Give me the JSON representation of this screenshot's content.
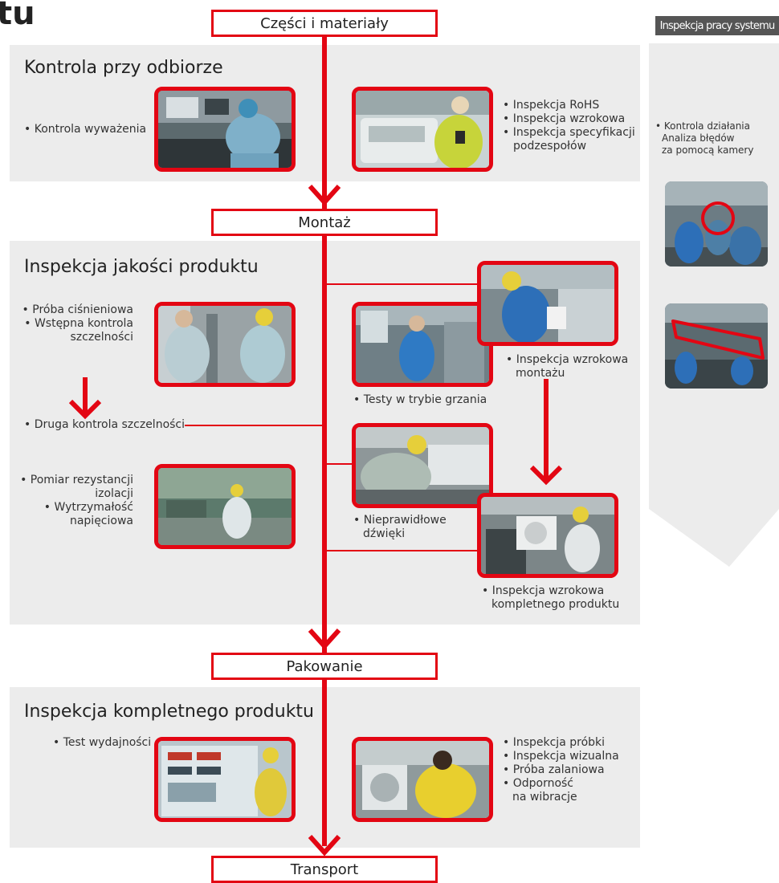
{
  "title_fragment": "tu",
  "stages": {
    "parts": "Części i materiały",
    "assembly": "Montaż",
    "packaging": "Pakowanie",
    "transport": "Transport"
  },
  "sections": {
    "receiving": {
      "title": "Kontrola przy odbiorze",
      "left_item": "• Kontrola wyważenia",
      "right_items": [
        "• Inspekcja RoHS",
        "• Inspekcja wzrokowa",
        "• Inspekcja specyfikacji",
        "podzespołów"
      ]
    },
    "quality": {
      "title": "Inspekcja jakości produktu",
      "pressure_items": [
        "• Próba ciśnieniowa",
        "• Wstępna kontrola",
        "szczelności"
      ],
      "second_leak": "• Druga kontrola szczelności",
      "insulation_items": [
        "• Pomiar rezystancji",
        "izolacji",
        "• Wytrzymałość",
        "napięciowa"
      ],
      "heating_test": "• Testy w trybie grzania",
      "visual_assembly": [
        "• Inspekcja wzrokowa",
        "montażu"
      ],
      "noise": [
        "• Nieprawidłowe",
        "dźwięki"
      ],
      "visual_complete": [
        "• Inspekcja wzrokowa",
        "kompletnego produktu"
      ]
    },
    "final": {
      "title": "Inspekcja kompletnego produktu",
      "left_item": "• Test wydajności",
      "right_items": [
        "• Inspekcja próbki",
        "• Inspekcja wizualna",
        "• Próba zalaniowa",
        "• Odporność",
        "na wibracje"
      ]
    }
  },
  "sidebar": {
    "title": "Inspekcja pracy systemu",
    "items": [
      "• Kontrola działania",
      "Analiza błędów",
      "za pomocą kamery"
    ]
  },
  "colors": {
    "accent_red": "#e30613",
    "panel_gray": "#ececec",
    "sidebar_header": "#555555"
  }
}
